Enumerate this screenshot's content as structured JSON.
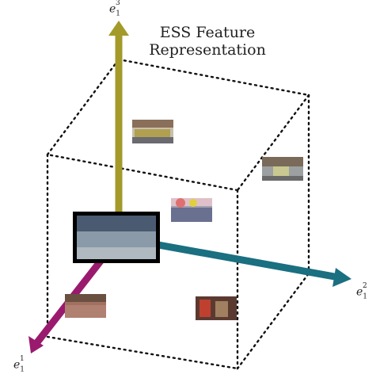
{
  "title_line1": "ESS Feature",
  "title_line2": "Representation",
  "axes": [
    {
      "id": "e1_1",
      "base": "e",
      "sup": "1",
      "sub": "1",
      "color": "#9a1a6e"
    },
    {
      "id": "e1_2",
      "base": "e",
      "sup": "2",
      "sub": "1",
      "color": "#1a6f80"
    },
    {
      "id": "e1_3",
      "base": "e",
      "sup": "3",
      "sub": "1",
      "color": "#a39a2a"
    }
  ],
  "thumbnails": [
    {
      "name": "thumbnail-top",
      "tone": "#b9a88a",
      "highlighted": false
    },
    {
      "name": "thumbnail-right",
      "tone": "#8c8f8a",
      "highlighted": false
    },
    {
      "name": "thumbnail-center",
      "tone": "#b7a6b0",
      "highlighted": false
    },
    {
      "name": "thumbnail-highlighted",
      "tone": "#6a7a8a",
      "highlighted": true
    },
    {
      "name": "thumbnail-bottom-left",
      "tone": "#9a6a5a",
      "highlighted": false
    },
    {
      "name": "thumbnail-bottom-right",
      "tone": "#8a4a3a",
      "highlighted": false
    }
  ]
}
